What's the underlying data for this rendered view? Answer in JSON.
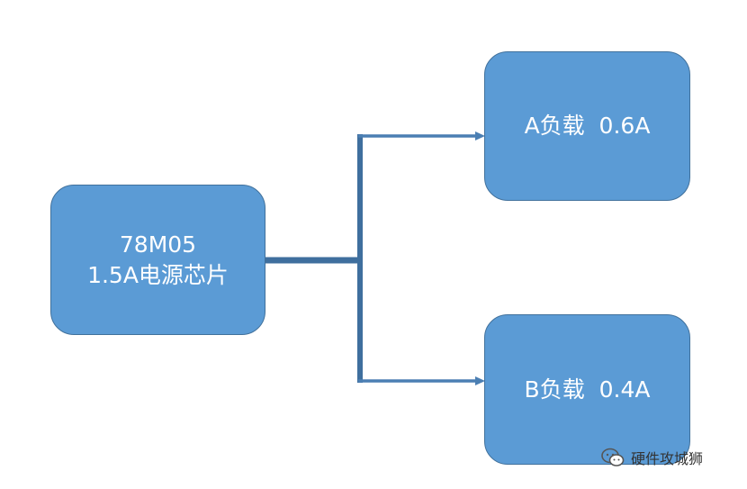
{
  "diagram": {
    "source": {
      "line1": "78M05",
      "line2": "1.5A电源芯片"
    },
    "load_a": {
      "label": "A负载  0.6A"
    },
    "load_b": {
      "label": "B负载  0.4A"
    }
  },
  "watermark": {
    "icon": "wechat-icon",
    "text": "硬件攻城狮"
  },
  "colors": {
    "node_fill": "#5b9bd5",
    "node_border": "#41719c",
    "connector": "#3f6f9e",
    "text": "#ffffff"
  }
}
